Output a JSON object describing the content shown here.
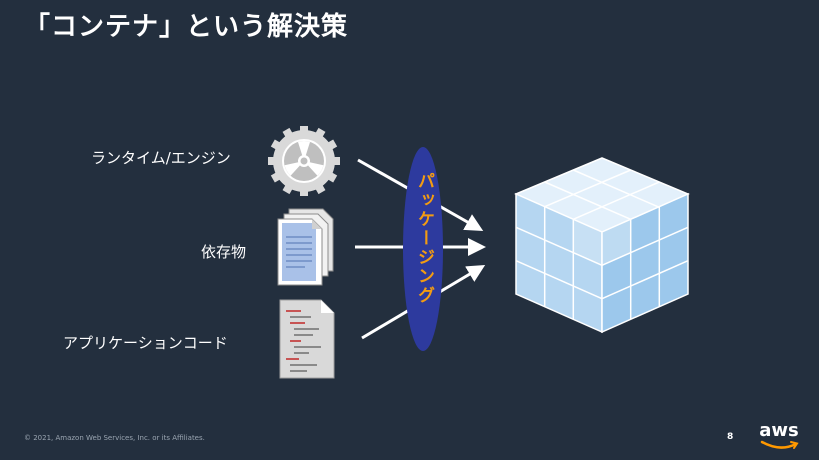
{
  "slide": {
    "title": "「コンテナ」という解決策",
    "labels": {
      "runtime": "ランタイム/エンジン",
      "dependencies": "依存物",
      "app_code": "アプリケーションコード"
    },
    "packaging_label": "パッケージング",
    "copyright": "© 2021, Amazon Web Services, Inc. or its Affiliates.",
    "page_number": "8",
    "logo_text": "aws"
  },
  "colors": {
    "background": "#232f3e",
    "packaging_ellipse": "#2d3a9e",
    "packaging_text": "#f39c12",
    "cube_light": "#d6e8f7",
    "cube_mid": "#a8cdee",
    "logo_smile": "#ff9900"
  },
  "icons": {
    "runtime": "gear-icon",
    "dependencies": "documents-icon",
    "app_code": "code-file-icon",
    "result": "cube-icon"
  }
}
